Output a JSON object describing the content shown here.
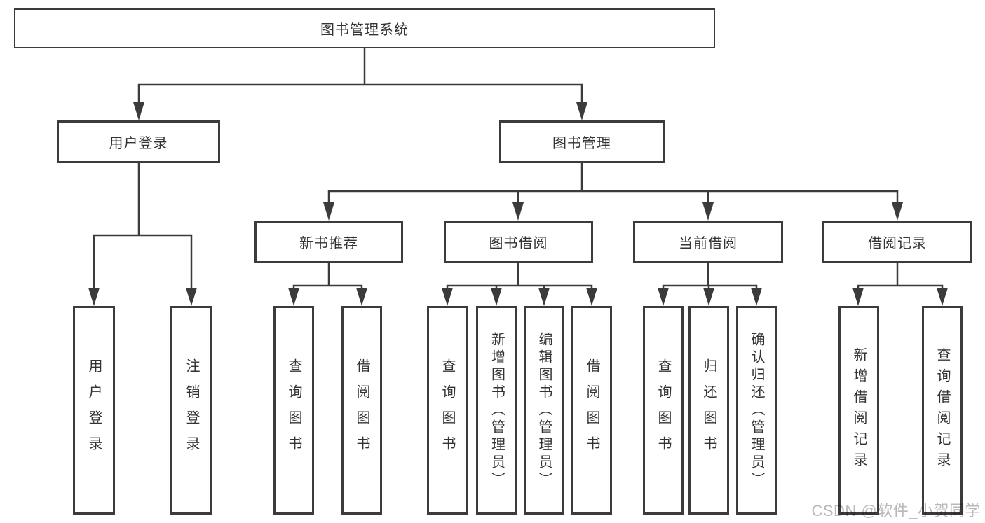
{
  "diagram_type": "hierarchy-tree",
  "title": "图书管理系统",
  "tree": {
    "label": "图书管理系统",
    "children": [
      {
        "label": "用户登录",
        "children": [
          {
            "label": "用户登录"
          },
          {
            "label": "注销登录"
          }
        ]
      },
      {
        "label": "图书管理",
        "children": [
          {
            "label": "新书推荐",
            "children": [
              {
                "label": "查询图书"
              },
              {
                "label": "借阅图书"
              }
            ]
          },
          {
            "label": "图书借阅",
            "children": [
              {
                "label": "查询图书"
              },
              {
                "label": "新增图书（管理员）"
              },
              {
                "label": "编辑图书（管理员）"
              },
              {
                "label": "借阅图书"
              }
            ]
          },
          {
            "label": "当前借阅",
            "children": [
              {
                "label": "查询图书"
              },
              {
                "label": "归还图书"
              },
              {
                "label": "确认归还（管理员）"
              }
            ]
          },
          {
            "label": "借阅记录",
            "children": [
              {
                "label": "新增借阅记录"
              },
              {
                "label": "查询借阅记录"
              }
            ]
          }
        ]
      }
    ]
  },
  "watermark": "CSDN @软件_小贺同学",
  "colors": {
    "line": "#3b3b3b",
    "text": "#333333",
    "watermark": "#b9b9b9",
    "background": "#ffffff"
  }
}
